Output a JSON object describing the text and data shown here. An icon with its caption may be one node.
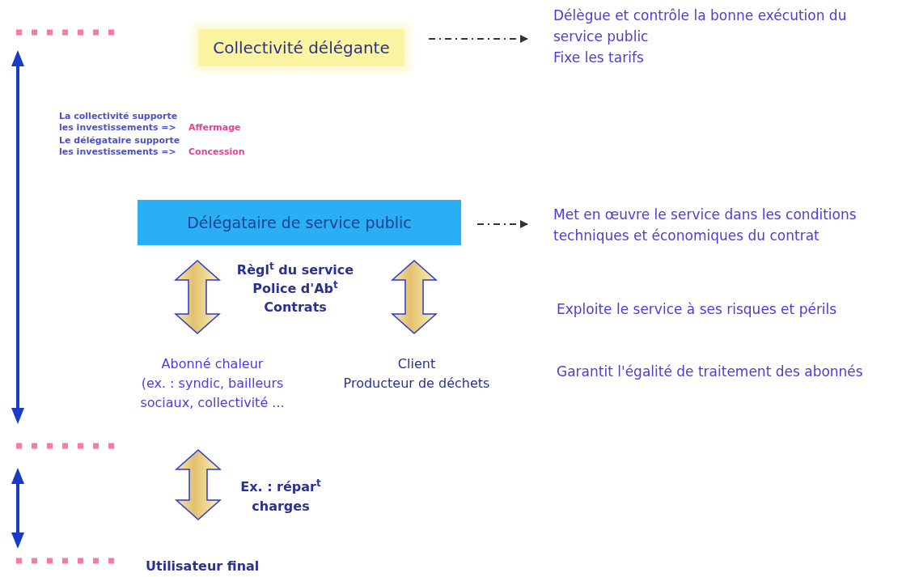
{
  "diagram": {
    "nodes": [
      {
        "text": [
          "Collectivité délégante"
        ]
      },
      {
        "text": [
          "Délègue et contrôle la bonne exécution du service public",
          "Fixe les tarifs"
        ]
      },
      {
        "text": [
          "Délégataire de service public"
        ]
      },
      {
        "text": [
          "Met en œuvre le service dans les conditions techniques et économiques du contrat"
        ]
      },
      {
        "text": [
          "Abonné chaleur",
          "(ex. : syndic, bailleurs sociaux, collectivité ..."
        ]
      },
      {
        "text": [
          "Client",
          "Producteur de déchets"
        ]
      },
      {
        "text": [
          "Utilisateur final"
        ]
      }
    ],
    "edges": [
      {
        "from": 0,
        "to": 1,
        "arrow": "to",
        "style": "dashed"
      },
      {
        "from": 2,
        "to": 3,
        "arrow": "to",
        "style": "dashed"
      },
      {
        "from": 2,
        "to": 4,
        "arrow": "both",
        "style": "thick"
      },
      {
        "from": 2,
        "to": 5,
        "arrow": "both",
        "style": "thick"
      },
      {
        "from": 4,
        "to": 6,
        "arrow": "both",
        "style": "thick"
      }
    ],
    "labels": [
      "La collectivité supporte les investissements =>",
      "Affermage",
      "Le délégataire supporte les investissements =>",
      "Concession",
      "Règl$^{t}$ du service",
      "Police d'Ab$^{t}$",
      "Contrats",
      "Exploite le service à ses risques et périls",
      "Garantit l'égalité de traitement des abonnés",
      "Ex. : répar$^{t}$ charges"
    ]
  }
}
